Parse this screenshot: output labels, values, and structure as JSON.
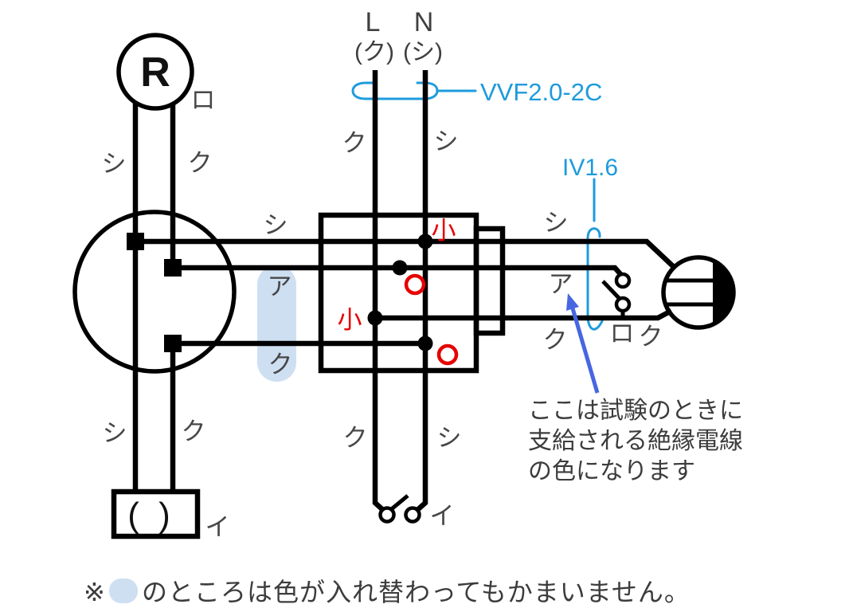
{
  "colors": {
    "wire_black": "#000000",
    "annotation_blue": "#1e9bdc",
    "arrow_blue": "#4766e1",
    "mark_red": "#e60000",
    "highlight_blue": "#cedff2",
    "label_gray": "#474747"
  },
  "power_source": {
    "l_terminal": "L",
    "n_terminal": "N",
    "l_wire_hint": "(ク)",
    "n_wire_hint": "(シ)",
    "cable_label": "VVF2.0-2C",
    "l_wire": "ク",
    "n_wire": "シ"
  },
  "lamp_receptacle": {
    "symbol": "R",
    "circuit_label": "ロ",
    "left_wire": "シ",
    "right_wire": "ク"
  },
  "left_branch": {
    "left_wire": "シ",
    "right_wire": "ク",
    "terminal_box_label": "( )",
    "circuit_label": "イ"
  },
  "junction": {
    "top_wire": "シ",
    "mid_wire": "ア",
    "bottom_wire": "ク",
    "sleeve_top": "小",
    "sleeve_mid": "小"
  },
  "right_branch": {
    "cable_label": "IV1.6",
    "top_wire": "シ",
    "mid_wire": "ア",
    "bottom_wire": "ク",
    "switch_circuit": "ロ",
    "switch_wire": "ク"
  },
  "bottom_branch": {
    "left_wire": "ク",
    "right_wire": "シ",
    "switch_circuit": "イ"
  },
  "callout": {
    "line1": "ここは試験のときに",
    "line2": "支給される絶縁電線",
    "line3": "の色になります"
  },
  "footnote": {
    "mark": "※",
    "text": "のところは色が入れ替わってもかまいません。"
  }
}
